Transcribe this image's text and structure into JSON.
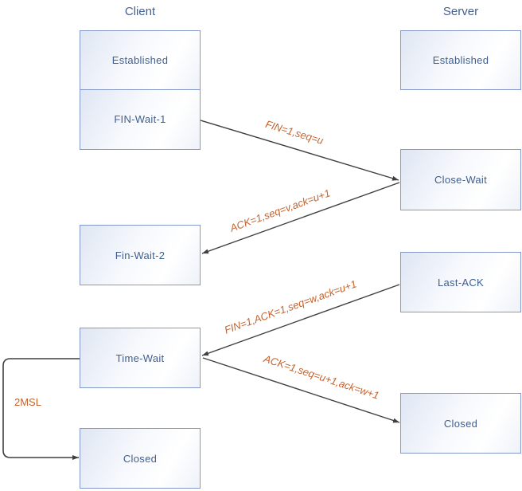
{
  "client": {
    "header": "Client",
    "states": [
      "Established",
      "FIN-Wait-1",
      "Fin-Wait-2",
      "Time-Wait",
      "Closed"
    ]
  },
  "server": {
    "header": "Server",
    "states": [
      "Established",
      "Close-Wait",
      "Last-ACK",
      "Closed"
    ]
  },
  "messages": [
    "FIN=1,seq=u",
    "ACK=1,seq=v,ack=u+1",
    "FIN=1,ACK=1,seq=w,ack=u+1",
    "ACK=1,seq=u+1,ack=w+1"
  ],
  "timer": "2MSL",
  "colors": {
    "box_border": "#8499C7",
    "box_fill": "#DFE6F3",
    "state_text": "#3E5F90",
    "header_text": "#44618E",
    "message_text": "#C4632D",
    "line": "#3F3F3F"
  }
}
